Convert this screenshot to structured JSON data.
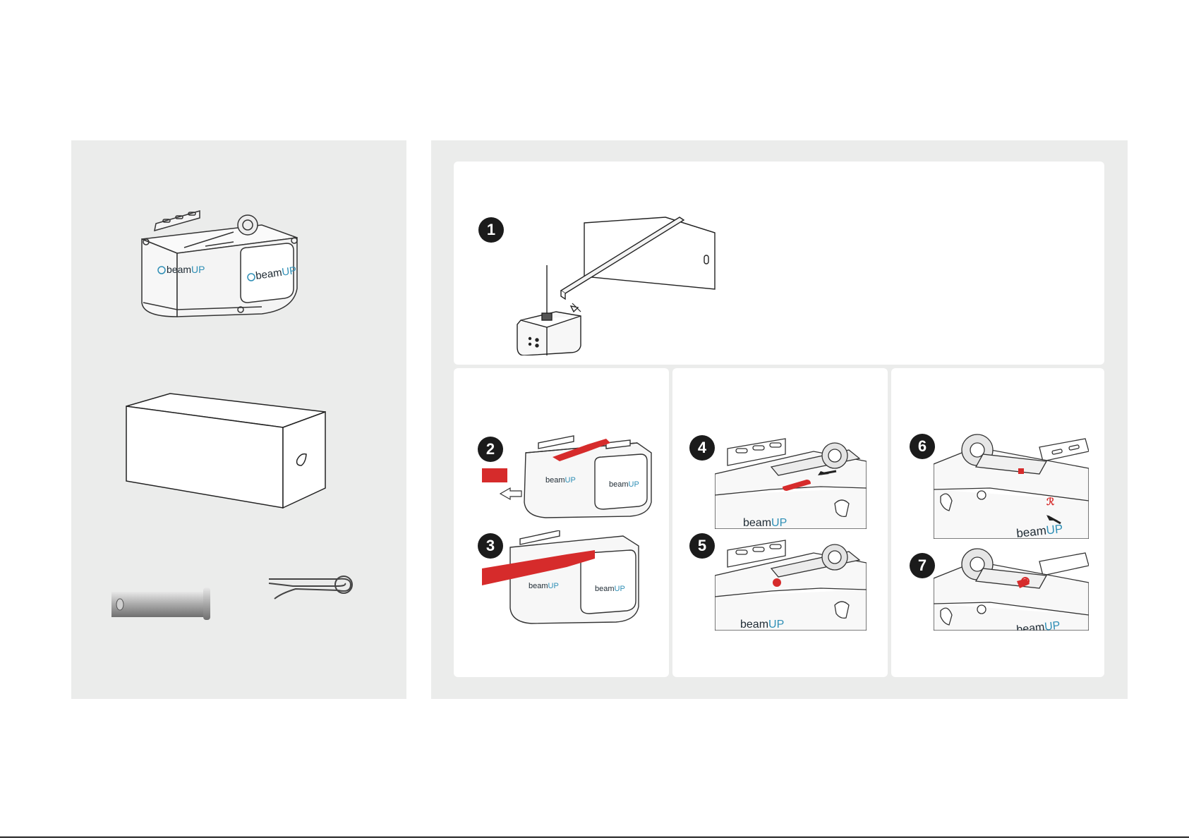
{
  "brand": {
    "name_part1": "beam",
    "name_part2": "UP",
    "accent_color": "#2f8fb6",
    "highlight_color": "#d62b2b"
  },
  "contents_panel": {
    "items": [
      {
        "icon": "opener-unit-illustration"
      },
      {
        "icon": "rail-box-illustration"
      },
      {
        "icon": "clevis-pin-illustration"
      },
      {
        "icon": "hitch-pin-clip-illustration"
      }
    ]
  },
  "steps": [
    {
      "number": "1"
    },
    {
      "number": "2"
    },
    {
      "number": "3"
    },
    {
      "number": "4"
    },
    {
      "number": "5"
    },
    {
      "number": "6"
    },
    {
      "number": "7"
    }
  ]
}
